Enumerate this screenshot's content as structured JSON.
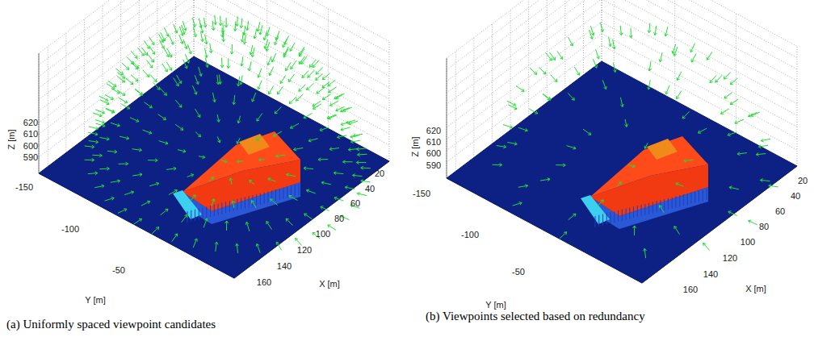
{
  "diagram": {
    "labels": [
      "620",
      "610",
      "600",
      "590",
      "Z [m]",
      "-150",
      "-100",
      "-50",
      "Y [m]",
      "20",
      "40",
      "60",
      "80",
      "100",
      "120",
      "140",
      "160",
      "X [m]",
      "620",
      "610",
      "600",
      "590",
      "Z [m]",
      "-150",
      "-100",
      "-50",
      "Y [m]",
      "20",
      "40",
      "60",
      "80",
      "100",
      "120",
      "140",
      "160",
      "X [m]",
      "(a) Uniformly spaced viewpoint candidates",
      "(b) Viewpoints selected based on redundancy"
    ]
  }
}
